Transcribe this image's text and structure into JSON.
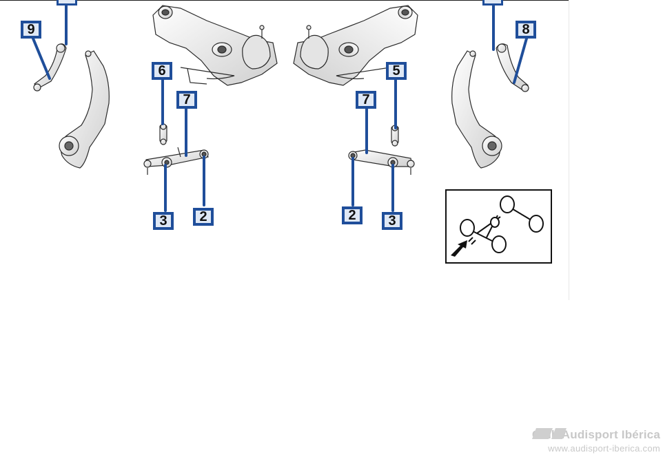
{
  "callouts": {
    "left": {
      "c9": "9",
      "c6": "6",
      "c7": "7",
      "c3": "3",
      "c2": "2"
    },
    "right": {
      "c8": "8",
      "c5": "5",
      "c7": "7",
      "c2": "2",
      "c3": "3"
    }
  },
  "watermark": {
    "title": "Club Audisport Ibérica",
    "url": "www.audisport-iberica.com"
  },
  "colors": {
    "callout_border": "#1f4e9a",
    "callout_fill": "#dfe8f5",
    "leader_line": "#1f4e9a",
    "part_stroke": "#2a2a2a",
    "part_fill": "#f2f2f2",
    "watermark": "#c8c8c8"
  },
  "icons": [
    "direction-of-travel-icon",
    "vehicle-axle-schematic-icon"
  ]
}
